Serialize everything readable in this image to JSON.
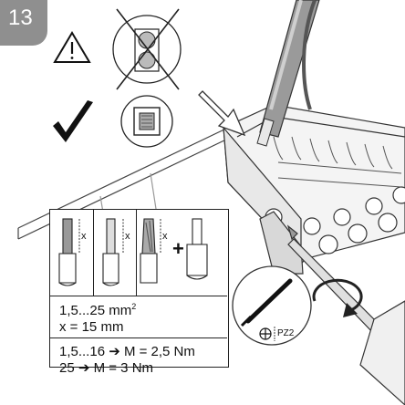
{
  "step": {
    "number": "13"
  },
  "specs": {
    "cross_section": "1,5...25 mm",
    "cross_section_exp": "2",
    "strip_length": "x = 15 mm",
    "torque_small": "1,5...16 ➔ M = 2,5 Nm",
    "torque_large": "25 ➔ M = 3 Nm"
  },
  "labels": {
    "x_marker": "x",
    "plus": "+",
    "screwdriver": "PZ2"
  },
  "icons": {
    "warning": "warning-triangle-icon",
    "check": "checkmark-icon",
    "wrong_wire": "crossed-wire-icon",
    "right_wire": "correct-wire-icon",
    "rotate": "rotate-clockwise-icon",
    "pozidriv": "pozidriv-screwdriver-icon"
  },
  "colors": {
    "badge": "#8f8f8f",
    "line": "#222222",
    "metal": "#d9d9d9"
  }
}
